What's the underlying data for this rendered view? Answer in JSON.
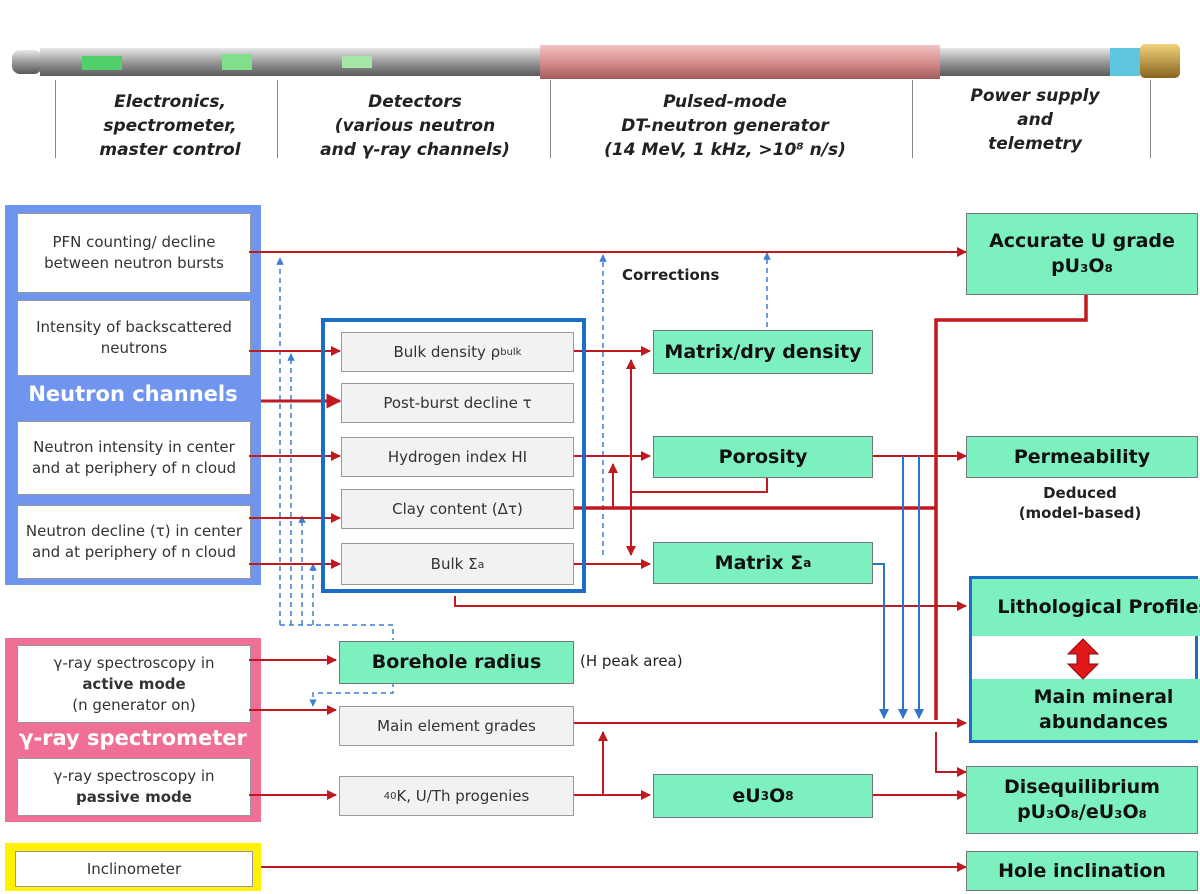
{
  "tool_sections": [
    {
      "lines": [
        "Electronics,",
        "spectrometer,",
        "master control"
      ]
    },
    {
      "lines": [
        "Detectors",
        "(various neutron",
        "and γ-ray channels)"
      ]
    },
    {
      "lines": [
        "Pulsed-mode",
        "DT-neutron generator",
        "(14 MeV, 1 kHz, >10⁸ n/s)"
      ]
    },
    {
      "lines": [
        "Power supply",
        "and",
        "telemetry"
      ]
    }
  ],
  "neutron_panel": {
    "title": "Neutron channels",
    "inputs": [
      "PFN counting/ decline between neutron bursts",
      "Intensity of backscattered neutrons",
      "Neutron intensity in center and at periphery of n cloud",
      "Neutron decline (τ) in center and at periphery of n cloud"
    ]
  },
  "gamma_panel": {
    "title": "γ-ray  spectrometer",
    "active": {
      "pre": "γ-ray spectroscopy in",
      "bold": "active mode",
      "post": "(n generator on)"
    },
    "passive": {
      "pre": "γ-ray spectroscopy in",
      "bold": "passive mode"
    }
  },
  "inclinometer_label": "Inclinometer",
  "measurements": {
    "bulk_density": "Bulk density ρ",
    "bulk_density_sub": "bulk",
    "post_burst": "Post-burst decline τ",
    "hydrogen_index": "Hydrogen index HI",
    "clay_content": "Clay content (Δτ)",
    "bulk_sigma": "Bulk Σ",
    "bulk_sigma_sub": "a",
    "main_element_grades": "Main element grades",
    "k40_pre": "40",
    "k40_post": "K, U/Th progenies"
  },
  "intermediate": {
    "matrix_density": "Matrix/dry density",
    "porosity": "Porosity",
    "matrix_sigma": "Matrix Σ",
    "matrix_sigma_sub": "a",
    "borehole_radius": "Borehole radius",
    "eu3o8": "eU",
    "eu3o8_sub1": "3",
    "eu3o8_mid": "O",
    "eu3o8_sub2": "8"
  },
  "results": {
    "u_grade_line1": "Accurate U grade",
    "u_grade_line2": "pU₃O₈",
    "permeability": "Permeability",
    "lithological": "Lithological Profiles",
    "mineral": "Main mineral abundances",
    "disequilibrium_line1": "Disequilibrium",
    "disequilibrium_line2": "pU₃O₈/eU₃O₈",
    "hole_inclination": "Hole inclination"
  },
  "notes": {
    "corrections": "Corrections",
    "deduced_line1": "Deduced",
    "deduced_line2": "(model-based)",
    "h_peak": "(H peak area)"
  },
  "colors": {
    "arrow_red": "#c0191f",
    "dash_blue": "#3a7fd5",
    "flow_blue": "#2e74c9",
    "box_green": "#7df0c0",
    "frame_blue": "#1a6fc4",
    "panel_blue": "#6f95ee",
    "panel_pink": "#ef6f95",
    "panel_yellow": "#fff200"
  }
}
